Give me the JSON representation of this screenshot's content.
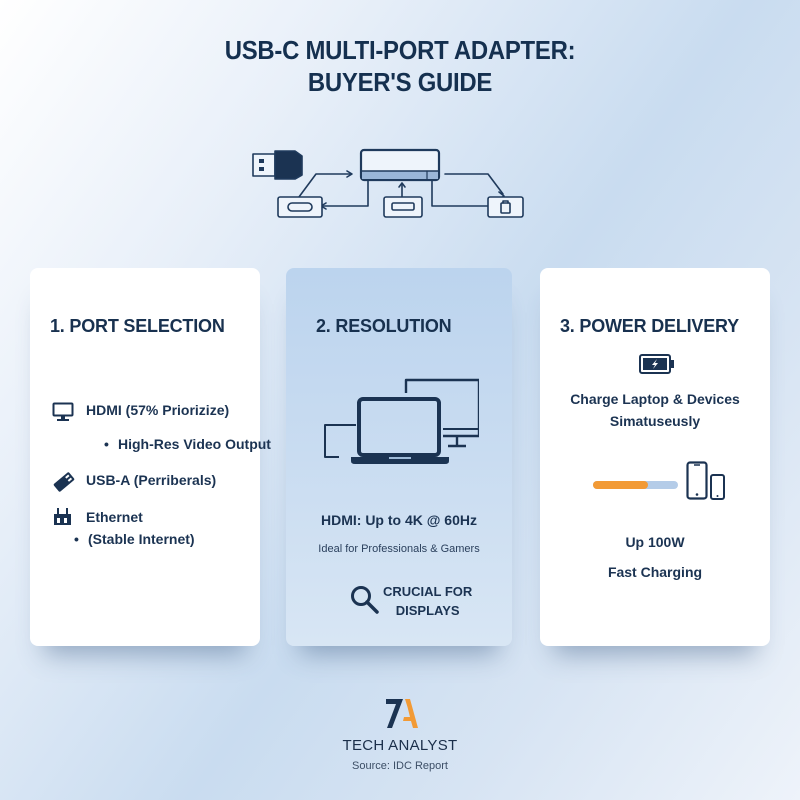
{
  "header": {
    "title_line1": "USB-C MULTI-PORT ADAPTER:",
    "title_line2": "BUYER'S GUIDE"
  },
  "diagram": {
    "icons": [
      "usb-plug-icon",
      "adapter-hub-icon",
      "usb-c-port-icon",
      "usb-port-icon",
      "lock-port-icon"
    ]
  },
  "cards": [
    {
      "title": "1. PORT SELECTION",
      "items": [
        {
          "icon": "monitor-icon",
          "label": "HDMI (57% Priorizize)"
        },
        {
          "icon": "bullet",
          "label": "High-Res Video Output"
        },
        {
          "icon": "usb-stick-icon",
          "label": "USB-A (Perriberals)"
        },
        {
          "icon": "ethernet-icon",
          "label": "Ethernet"
        },
        {
          "icon": "bullet",
          "label": "(Stable Internet)"
        }
      ]
    },
    {
      "title": "2. RESOLUTION",
      "icon": "laptop-monitor-icon",
      "headline": "HDMI: Up to 4K @ 60Hz",
      "subtext": "Ideal for Professionals & Gamers",
      "callout_icon": "magnifier-icon",
      "callout_line1": "CRUCIAL FOR",
      "callout_line2": "DISPLAYS"
    },
    {
      "title": "3. POWER DELIVERY",
      "icon": "battery-charging-icon",
      "text_line1": "Charge Laptop & Devices",
      "text_line2": "Simatuseusly",
      "charge_progress_percent": 65,
      "devices_icon": "phones-icon",
      "power_line1": "Up 100W",
      "power_line2": "Fast Charging"
    }
  ],
  "footer": {
    "logo_text": "7A",
    "brand": "TECH ANALYST",
    "source": "Source: IDC Report"
  },
  "colors": {
    "navy": "#1b3352",
    "accent_orange": "#f29a35",
    "light_blue": "#b4cce8"
  }
}
